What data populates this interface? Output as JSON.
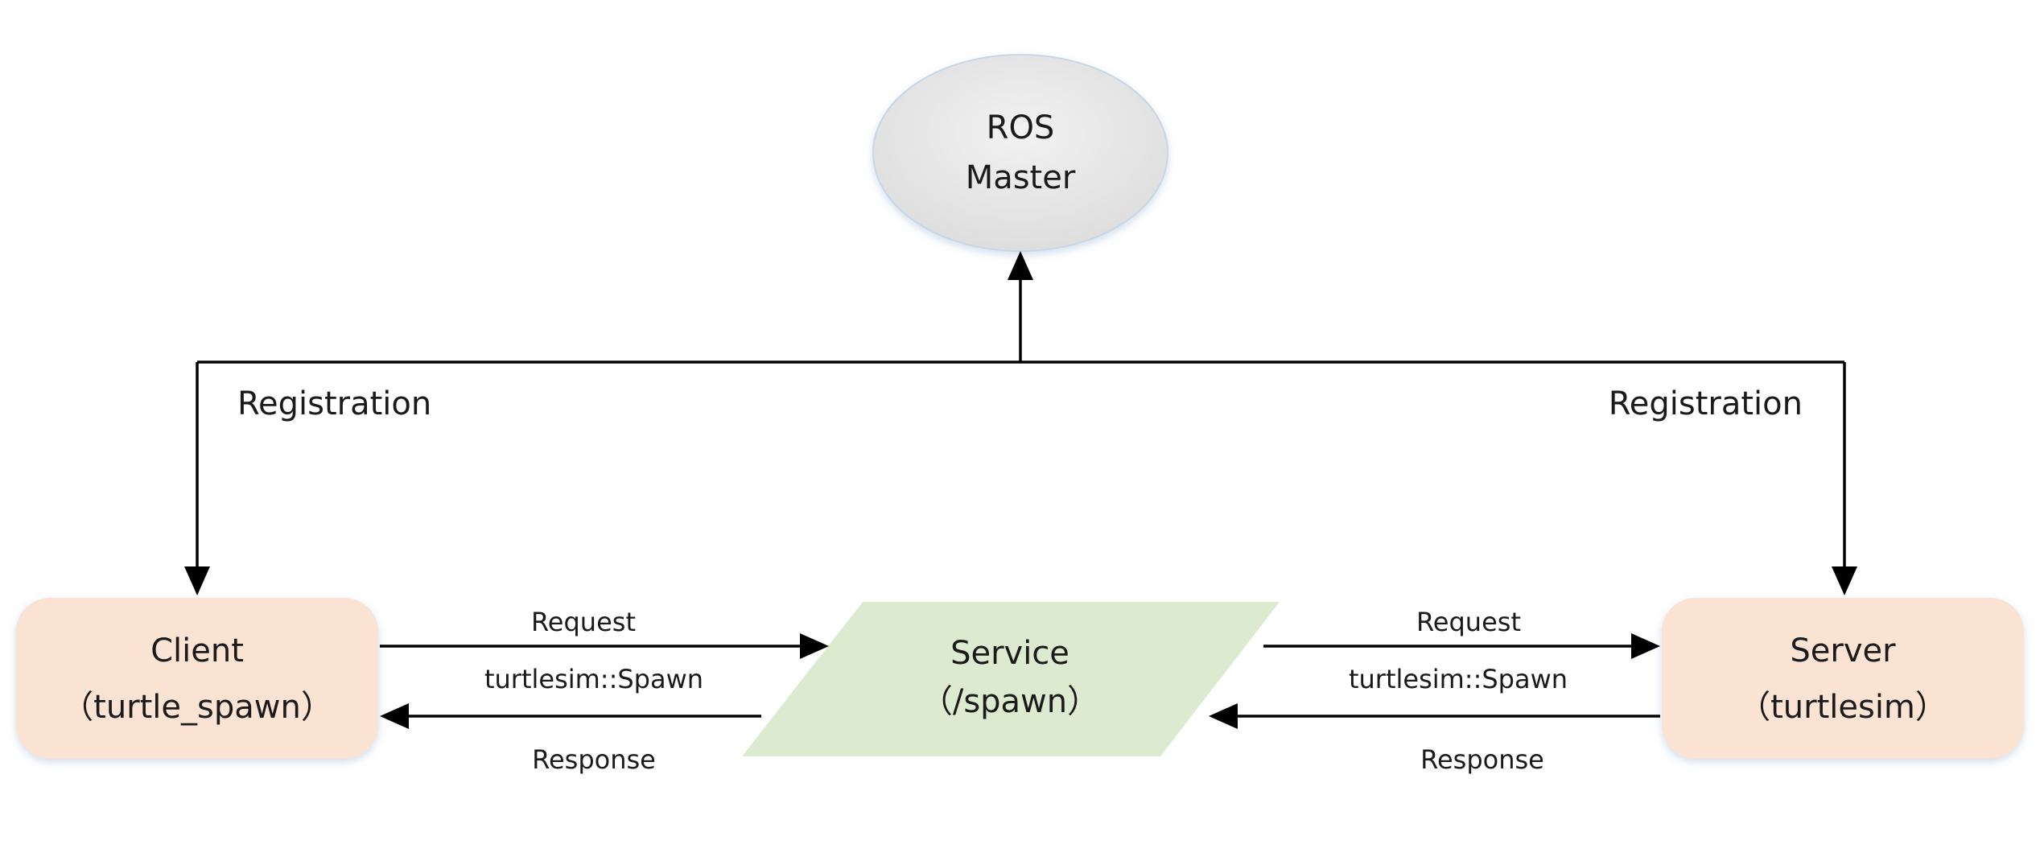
{
  "master": {
    "line1": "ROS",
    "line2": "Master"
  },
  "client": {
    "line1": "Client",
    "line2": "（turtle_spawn）"
  },
  "service": {
    "line1": "Service",
    "line2": "（/spawn）"
  },
  "server": {
    "line1": "Server",
    "line2": "（turtlesim）"
  },
  "registration_left": "Registration",
  "registration_right": "Registration",
  "left_link": {
    "request": "Request",
    "type": "turtlesim::Spawn",
    "response": "Response"
  },
  "right_link": {
    "request": "Request",
    "type": "turtlesim::Spawn",
    "response": "Response"
  },
  "colors": {
    "master_fill": "#e6e6e6",
    "node_fill": "#fbe3d3",
    "service_fill": "#dcebd0",
    "line": "#000000"
  }
}
